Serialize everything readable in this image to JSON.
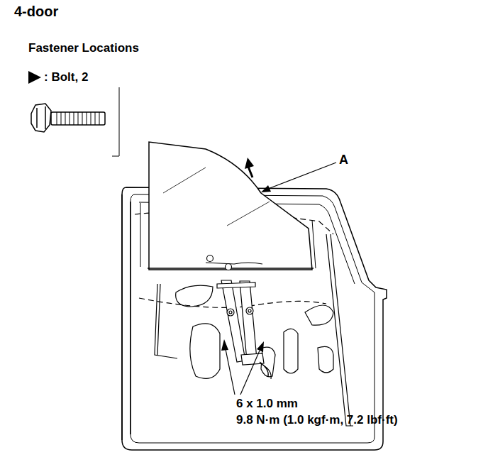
{
  "diagram": {
    "title": "4-door",
    "labels": [
      "Fastener Locations",
      ": Bolt, 2",
      "A",
      "6 x 1.0 mm",
      "9.8 N·m (1.0 kgf·m, 7.2 lbf·ft)"
    ]
  }
}
